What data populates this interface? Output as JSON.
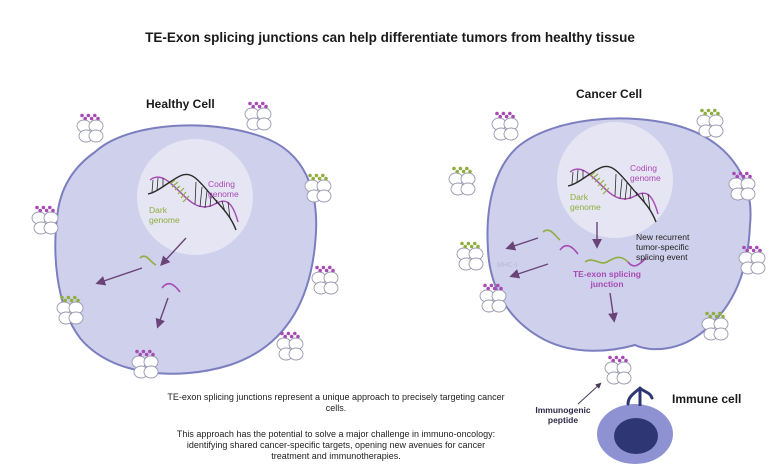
{
  "title": "TE-Exon splicing junctions can help differentiate tumors from healthy tissue",
  "healthy": {
    "title": "Healthy Cell",
    "coding_genome": [
      "Coding",
      "genome"
    ],
    "dark_genome": [
      "Dark",
      "genome"
    ]
  },
  "cancer": {
    "title": "Cancer Cell",
    "coding_genome": [
      "Coding",
      "genome"
    ],
    "dark_genome": [
      "Dark",
      "genome"
    ],
    "new_event": [
      "New recurrent",
      "tumor-specific",
      "splicing event"
    ],
    "te_junction": [
      "TE-exon splicing",
      "junction"
    ],
    "mhc_label": "MHC-I"
  },
  "immune": {
    "title": "Immune cell",
    "peptide": [
      "Immunogenic",
      "peptide"
    ]
  },
  "caption": {
    "p1": [
      "TE-exon splicing junctions represent a unique approach to precisely targeting cancer",
      "cells."
    ],
    "p2": [
      "This approach has the potential to solve a major challenge in immuno-oncology:",
      "identifying shared cancer-specific targets, opening new avenues for cancer",
      "treatment and immunotherapies."
    ]
  },
  "colors": {
    "cell_fill": "#cfd0ec",
    "cell_stroke": "#7b7fbf",
    "nucleus": "#e6e5f3",
    "purple": "#a64ab4",
    "green": "#8fae3e",
    "arrow": "#6a4478",
    "immune_fill": "#8e92d2",
    "immune_nucleus": "#2f3674"
  }
}
